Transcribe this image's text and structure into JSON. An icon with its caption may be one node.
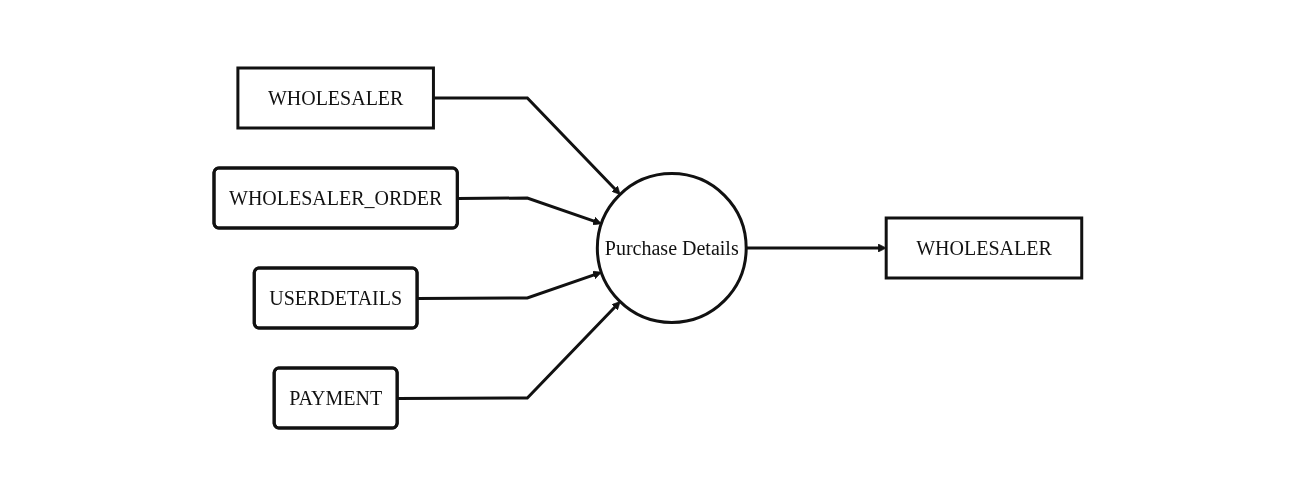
{
  "diagram": {
    "nodes": [
      {
        "text": [
          "WHOLESALER"
        ]
      },
      {
        "text": [
          "Purchase Details"
        ]
      },
      {
        "text": [
          "WHOLESALER"
        ]
      },
      {
        "text": [
          "WHOLESALER_ORDER"
        ]
      },
      {
        "text": [
          "USERDETAILS"
        ]
      },
      {
        "text": [
          "PAYMENT"
        ]
      }
    ],
    "edges": [
      {
        "from": 0,
        "to": 1,
        "arrow": "to"
      },
      {
        "from": 1,
        "to": 2,
        "arrow": "to"
      },
      {
        "from": 3,
        "to": 1,
        "arrow": "to"
      },
      {
        "from": 4,
        "to": 1,
        "arrow": "to"
      },
      {
        "from": 5,
        "to": 1,
        "arrow": "to"
      }
    ]
  }
}
